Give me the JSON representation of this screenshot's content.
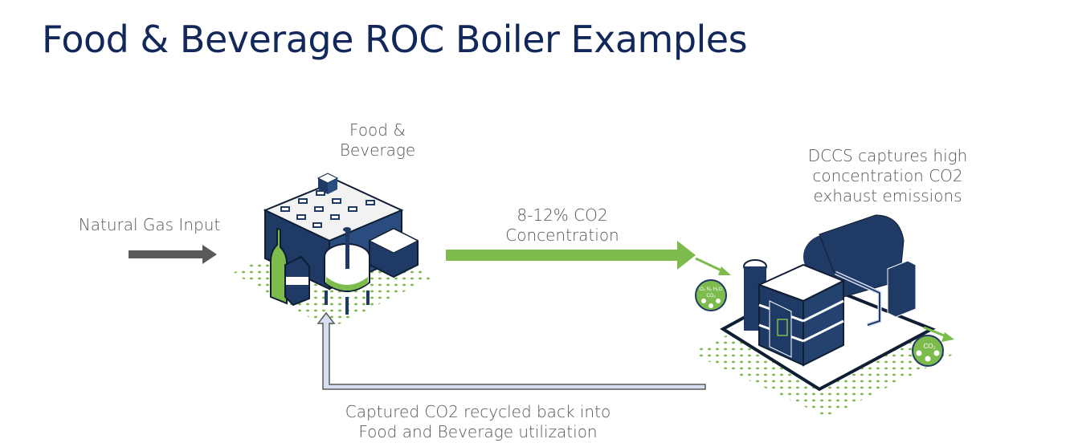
{
  "title": "Food & Beverage ROC Boiler Examples",
  "colors": {
    "title": "#13285a",
    "navy": "#1f3a64",
    "green": "#7dbb4d",
    "gray_arrow": "#5a5a5a",
    "return_arrow_fill": "#d6dff2",
    "label_text": "#555555"
  },
  "labels": {
    "natural_gas": "Natural Gas Input",
    "food_beverage": [
      "Food &",
      "Beverage"
    ],
    "concentration": [
      "8-12% CO2",
      "Concentration"
    ],
    "dccs": [
      "DCCS captures high",
      "concentration CO2",
      "exhaust emissions"
    ],
    "recycle": [
      "Captured CO2 recycled back into",
      "Food and Beverage utilization"
    ]
  },
  "badges": {
    "inlet": "O2 N2 H2O CO2",
    "outlet": "CO2"
  },
  "icons": {
    "factory": "food-beverage-factory-icon",
    "dccs": "dccs-capture-unit-icon"
  }
}
